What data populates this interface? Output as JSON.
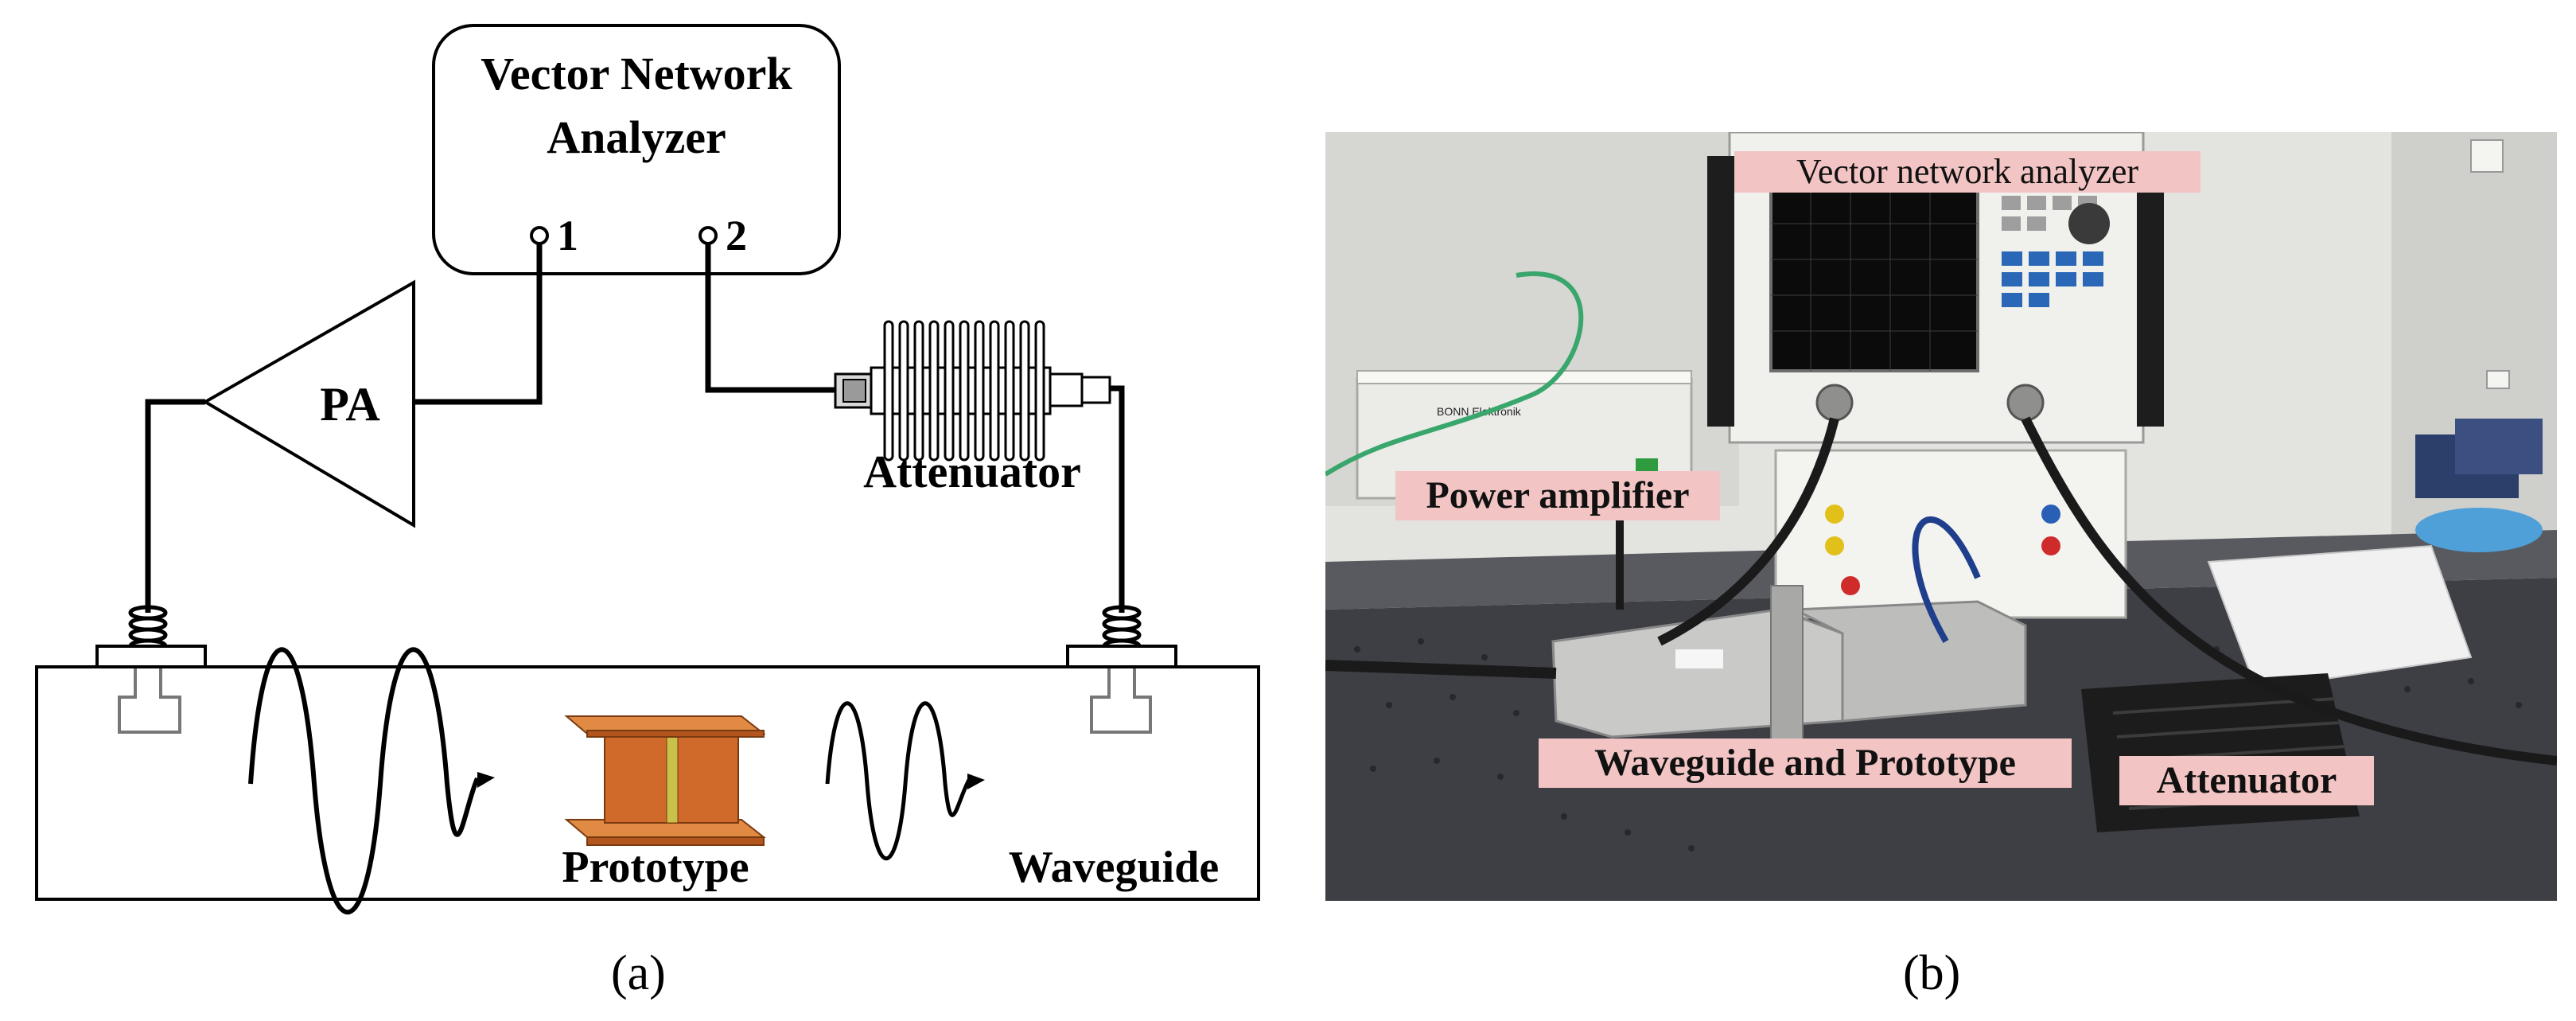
{
  "panel_a": {
    "vna_title_line1": "Vector Network",
    "vna_title_line2": "Analyzer",
    "port1": "1",
    "port2": "2",
    "pa_label": "PA",
    "attenuator_label": "Attenuator",
    "prototype_label": "Prototype",
    "waveguide_label": "Waveguide",
    "caption": "(a)",
    "colors": {
      "prototype_body": "#d06a2a",
      "prototype_top": "#e08a44",
      "prototype_strip": "#c9c24a"
    }
  },
  "panel_b": {
    "vna_label": "Vector network analyzer",
    "pa_label": "Power amplifier",
    "waveguide_label": "Waveguide and Prototype",
    "attenuator_label": "Attenuator",
    "pa_badge": "BONN Elektronik",
    "caption": "(b)",
    "colors": {
      "label_bg": "#f2c4c4",
      "table": "#3d3f45",
      "wall": "#e3e3df"
    }
  }
}
